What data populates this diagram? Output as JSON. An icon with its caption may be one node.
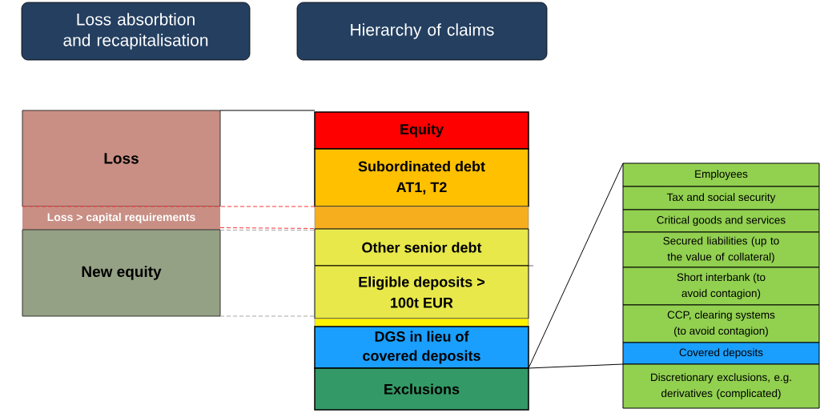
{
  "diagram": {
    "nodes": [
      {
        "text": [
          "Loss absorbtion and recapitalisation"
        ]
      },
      {
        "text": [
          "Hierarchy of claims"
        ]
      },
      {
        "text": [
          "Loss"
        ]
      },
      {
        "text": [
          "Loss > capital requirements"
        ]
      },
      {
        "text": [
          "New equity"
        ]
      },
      {
        "text": [
          "Equity"
        ]
      },
      {
        "text": [
          "Subordinated debt AT1, T2"
        ]
      },
      {
        "text": [],
        "shape": "bar"
      },
      {
        "text": [
          "Other senior debt"
        ]
      },
      {
        "text": [
          "Eligible deposits > 100t EUR"
        ]
      },
      {
        "text": [],
        "shape": "bar"
      },
      {
        "text": [
          "DGS in lieu of covered deposits"
        ]
      },
      {
        "text": [
          "Exclusions"
        ]
      },
      {
        "text": [
          "Employees"
        ]
      },
      {
        "text": [
          "Tax and social security"
        ]
      },
      {
        "text": [
          "Critical goods and services"
        ]
      },
      {
        "text": [
          "Secured liabilities (up to the value of collateral)"
        ]
      },
      {
        "text": [
          "Short interbank (to avoid contagion)"
        ]
      },
      {
        "text": [
          "CCP, clearing systems (to avoid contagion)"
        ]
      },
      {
        "text": [
          "Covered deposits"
        ]
      },
      {
        "text": [
          "Discretionary exclusions, e.g. derivatives (complicated)"
        ]
      }
    ],
    "edges": [
      {
        "from": 2,
        "to": 5,
        "arrow": "none"
      },
      {
        "from": 3,
        "to": 7,
        "arrow": "none",
        "style": "dashed",
        "color": "#ff3333"
      },
      {
        "from": 3,
        "to": 7,
        "arrow": "none",
        "style": "dashed",
        "color": "#ff3333"
      },
      {
        "from": 4,
        "to": 8,
        "arrow": "none",
        "style": "dashed",
        "color": "#a6a6a6"
      },
      {
        "from": 4,
        "to": 9,
        "arrow": "none",
        "style": "dashed",
        "color": "#a6a6a6"
      },
      {
        "from": 12,
        "to": 13,
        "arrow": "none"
      },
      {
        "from": 12,
        "to": 20,
        "arrow": "none"
      }
    ]
  }
}
